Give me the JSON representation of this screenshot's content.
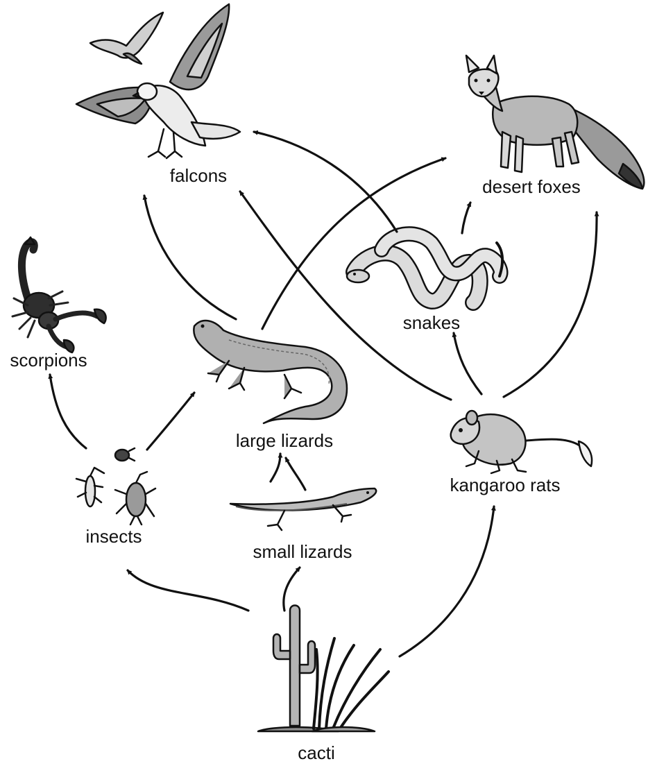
{
  "organisms": {
    "falcons": "falcons",
    "desert_foxes": "desert foxes",
    "snakes": "snakes",
    "scorpions": "scorpions",
    "large_lizards": "large lizards",
    "kangaroo_rats": "kangaroo rats",
    "insects": "insects",
    "small_lizards": "small lizards",
    "cacti": "cacti"
  },
  "icons": {
    "falcons": "falcon-icon",
    "desert_foxes": "desert-fox-icon",
    "snakes": "snake-icon",
    "scorpions": "scorpion-icon",
    "large_lizards": "large-lizard-icon",
    "kangaroo_rats": "kangaroo-rat-icon",
    "insects": "insects-icon",
    "small_lizards": "small-lizard-icon",
    "cacti": "cacti-icon"
  },
  "links": [
    {
      "from": "cacti",
      "to": "insects"
    },
    {
      "from": "cacti",
      "to": "small lizards"
    },
    {
      "from": "cacti",
      "to": "kangaroo rats"
    },
    {
      "from": "insects",
      "to": "scorpions"
    },
    {
      "from": "insects",
      "to": "large lizards"
    },
    {
      "from": "small lizards",
      "to": "large lizards"
    },
    {
      "from": "large lizards",
      "to": "falcons"
    },
    {
      "from": "large lizards",
      "to": "desert foxes"
    },
    {
      "from": "snakes",
      "to": "falcons"
    },
    {
      "from": "snakes",
      "to": "desert foxes"
    },
    {
      "from": "kangaroo rats",
      "to": "snakes"
    },
    {
      "from": "kangaroo rats",
      "to": "desert foxes"
    },
    {
      "from": "kangaroo rats",
      "to": "falcons"
    }
  ],
  "colors": {
    "ink": "#111111",
    "light_gray": "#d9d9d9",
    "mid_gray": "#9a9a9a",
    "dark_gray": "#444444"
  }
}
